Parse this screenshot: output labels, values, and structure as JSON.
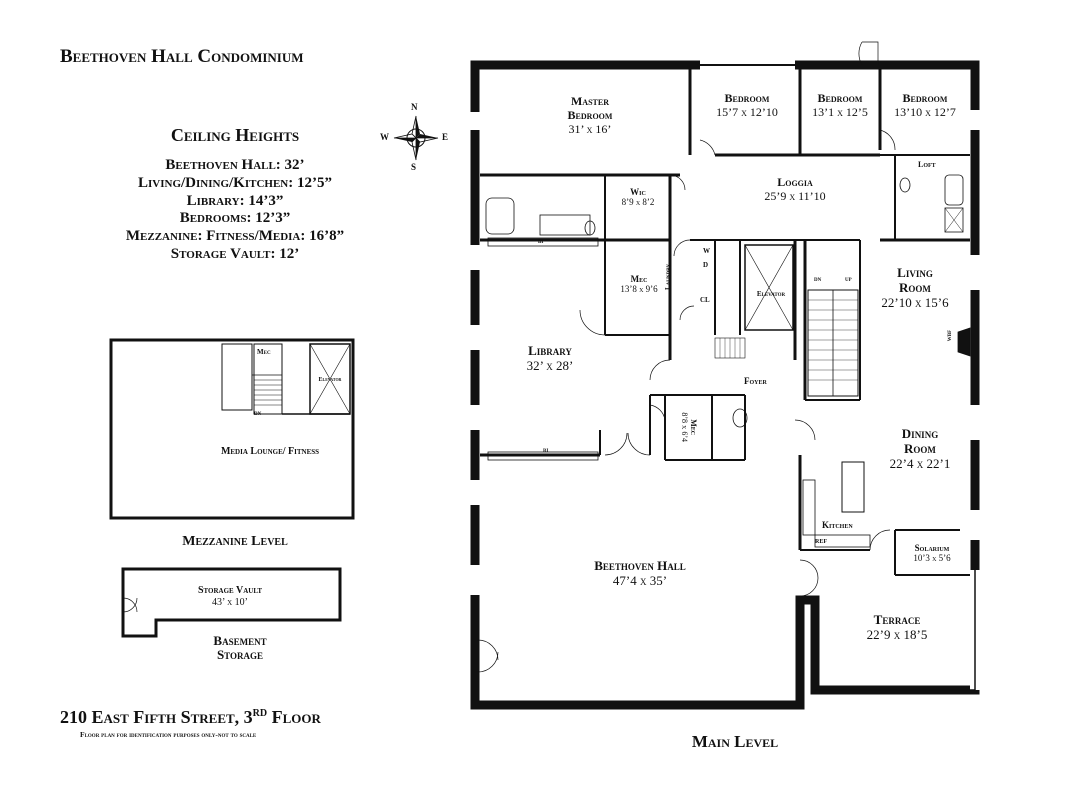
{
  "title": "Beethoven Hall Condominium",
  "ceiling": {
    "heading": "Ceiling Heights",
    "items": [
      "Beethoven Hall: 32’",
      "Living/Dining/Kitchen: 12’5”",
      "Library: 14’3”",
      "Bedrooms: 12’3”",
      "Mezzanine: Fitness/Media: 16’8”",
      "Storage Vault: 12’"
    ]
  },
  "compass": {
    "n": "N",
    "s": "S",
    "e": "E",
    "w": "W"
  },
  "mezzanine": {
    "level_label": "Mezzanine Level",
    "room": "Media Lounge/ Fitness",
    "mec": "Mec",
    "elevator": "Elevator",
    "dn": "DN"
  },
  "basement": {
    "room": "Storage Vault",
    "dims": "43’ x 10’",
    "label_line1": "Basement",
    "label_line2": "Storage"
  },
  "address": "210 East Fifth Street, 3",
  "address_sup": "RD",
  "address_end": " Floor",
  "disclaimer": "Floor plan for identification purposes only-not to scale",
  "main_level_label": "Main Level",
  "rooms": {
    "master": {
      "name1": "Master",
      "name2": "Bedroom",
      "dims": "31’ x 16’"
    },
    "bed1": {
      "name": "Bedroom",
      "dims": "15’7 x 12’10"
    },
    "bed2": {
      "name": "Bedroom",
      "dims": "13’1 x 12’5"
    },
    "bed3": {
      "name": "Bedroom",
      "dims": "13’10 x 12’7"
    },
    "loft": "Loft",
    "wic": {
      "name": "Wic",
      "dims": "8’9 x 8’2"
    },
    "loggia": {
      "name": "Loggia",
      "dims": "25’9 x 11’10"
    },
    "mec1": {
      "name": "Mec",
      "dims": "13’8 x 9’6"
    },
    "laundry": "Laundry",
    "elevator": "Elevator",
    "living": {
      "name1": "Living",
      "name2": "Room",
      "dims": "22’10 x 15’6"
    },
    "library": {
      "name": "Library",
      "dims": "32’ x 28’"
    },
    "foyer": "Foyer",
    "mec2": {
      "name": "Mec",
      "dims": "8’8 x 6’4"
    },
    "dining": {
      "name1": "Dining",
      "name2": "Room",
      "dims": "22’4 x 22’1"
    },
    "kitchen": "Kitchen",
    "ref": "REF",
    "solarium": {
      "name": "Solarium",
      "dims": "10’3 x 5’6"
    },
    "hall": {
      "name": "Beethoven Hall",
      "dims": "47’4 x 35’"
    },
    "terrace": {
      "name": "Terrace",
      "dims": "22’9 x 18’5"
    },
    "bi": "BI",
    "cl": "CL",
    "w": "W",
    "d": "D",
    "up": "UP",
    "dn": "DN",
    "wbf": "WBF"
  }
}
